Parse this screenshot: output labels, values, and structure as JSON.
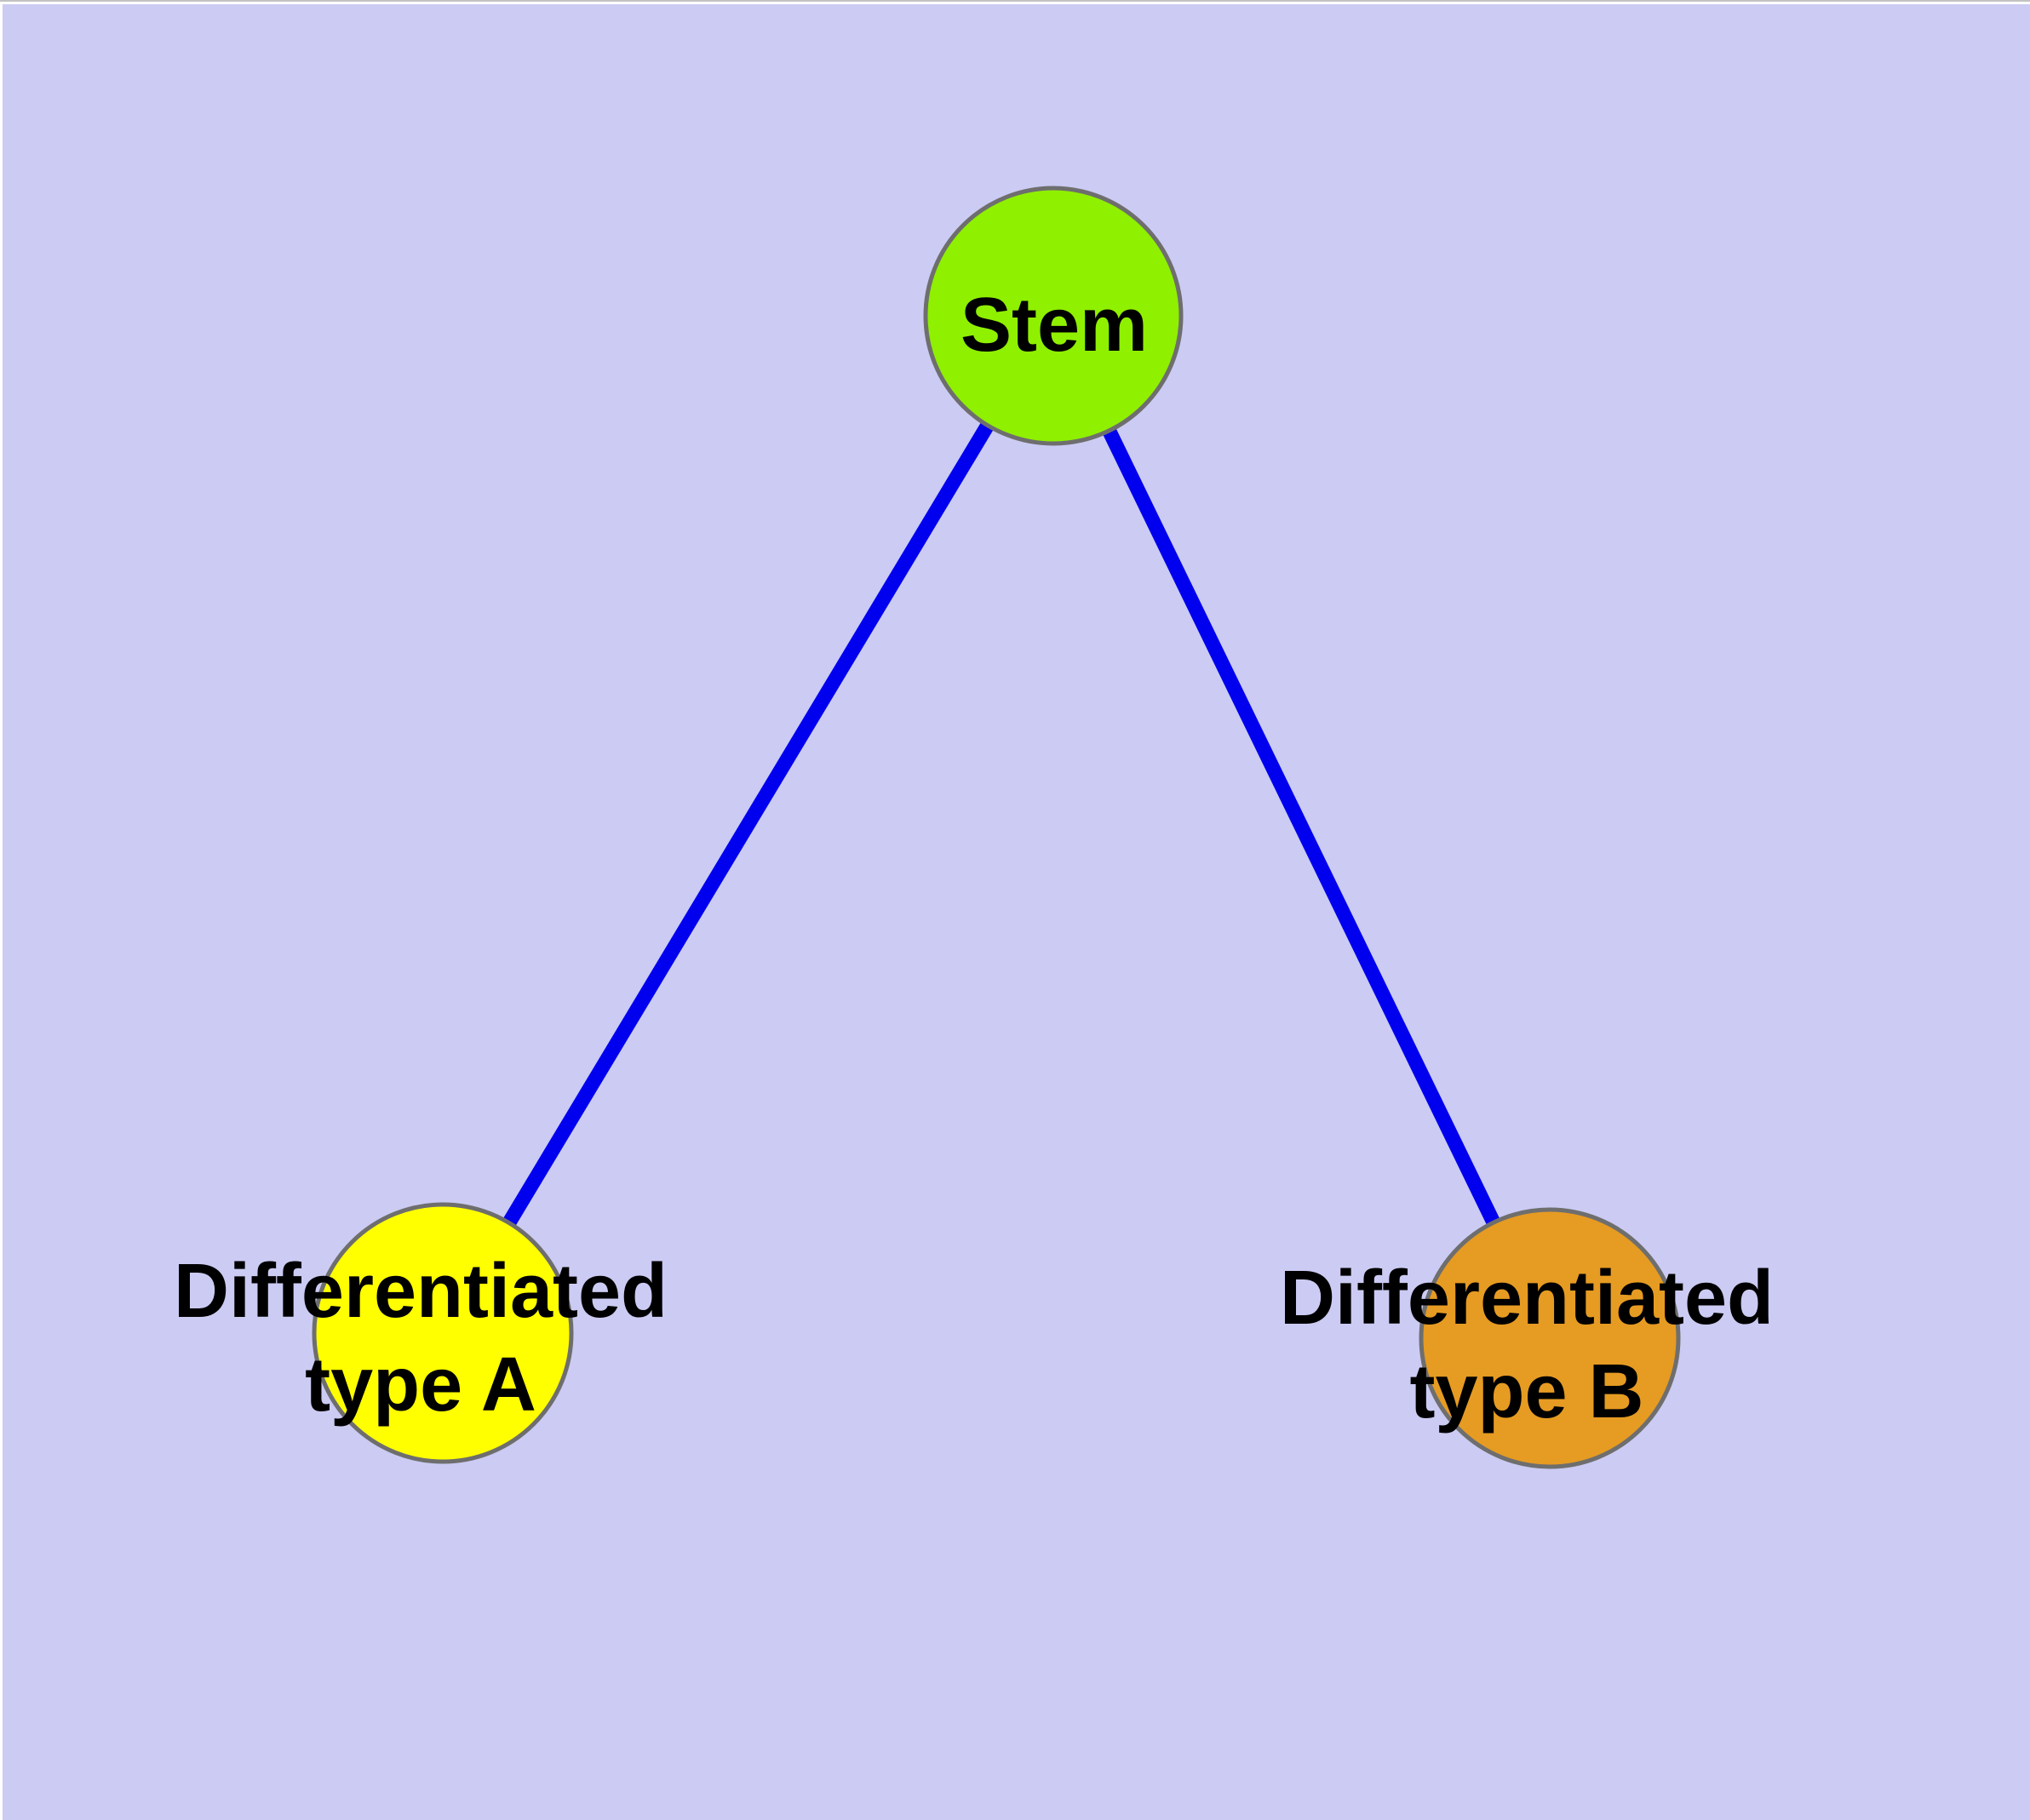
{
  "diagram": {
    "type": "node-link-graph",
    "background_color": "#CBCBF3",
    "margin_color": "#FFFFFF",
    "top_hairline_color": "#C2C2C2",
    "edge_color": "#0000EE",
    "node_border_color": "#6E6E6E",
    "label_color": "#000000",
    "nodes": [
      {
        "id": "stem",
        "label": "Stem",
        "lines": [
          "Stem"
        ],
        "fill": "#8FF000"
      },
      {
        "id": "differentiated-type-a",
        "label": "Differentiated type A",
        "lines": [
          "Differentiated",
          "type A"
        ],
        "fill": "#FFFF00"
      },
      {
        "id": "differentiated-type-b",
        "label": "Differentiated type B",
        "lines": [
          "Differentiated",
          "type B"
        ],
        "fill": "#E69B22"
      }
    ],
    "edges": [
      {
        "from": "Stem",
        "to": "Differentiated type A"
      },
      {
        "from": "Stem",
        "to": "Differentiated type B"
      }
    ]
  }
}
